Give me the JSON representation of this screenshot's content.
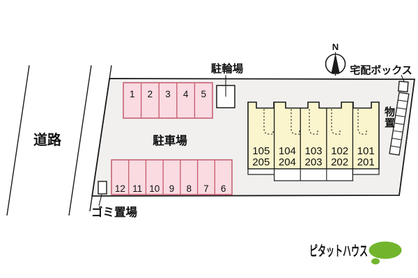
{
  "labels": {
    "road": "道路",
    "parking_lot": "駐車場",
    "bike_parking": "駐輪場",
    "garbage": "ゴミ置場",
    "delivery_box": "宅配ボックス",
    "storage_char1": "物",
    "storage_char2": "置",
    "north": "N"
  },
  "parking": {
    "top_row": [
      "1",
      "2",
      "3",
      "4",
      "5"
    ],
    "bottom_row": [
      "12",
      "11",
      "10",
      "9",
      "8",
      "7",
      "6"
    ]
  },
  "building": {
    "units": [
      {
        "line1": "105",
        "line2": "205"
      },
      {
        "line1": "104",
        "line2": "204"
      },
      {
        "line1": "103",
        "line2": "203"
      },
      {
        "line1": "102",
        "line2": "202"
      },
      {
        "line1": "101",
        "line2": "201"
      }
    ]
  },
  "logo": {
    "text": "ピタットハウス"
  },
  "colors": {
    "plot_fill": "#f1f0ee",
    "parking_fill": "#f9dbe1",
    "parking_stroke": "#c4596c",
    "building_fill": "#fbf5cd",
    "line": "#1a1a1a",
    "logo_green": "#72b52d"
  }
}
